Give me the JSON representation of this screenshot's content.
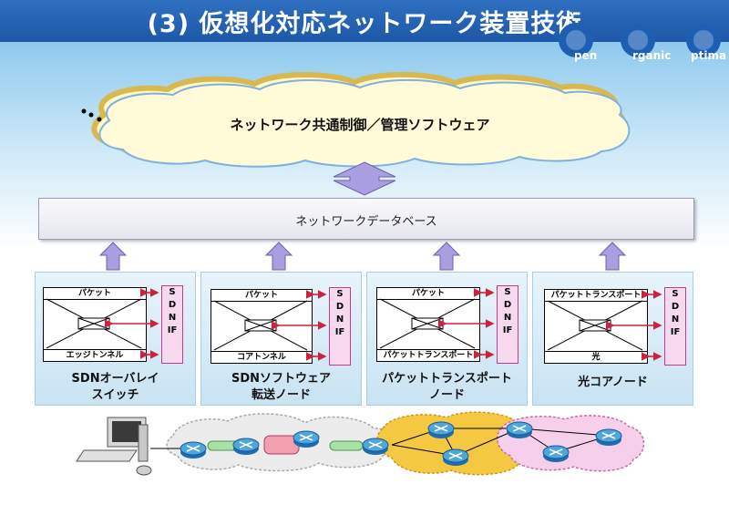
{
  "title": "(3) 仮想化対応ネットワーク装置技術",
  "logo": {
    "parts": [
      "pen",
      "rganic",
      "ptima"
    ]
  },
  "cloud": {
    "label": "ネットワーク共通制御／管理ソフトウェア"
  },
  "database": {
    "label": "ネットワークデータベース"
  },
  "nodes": [
    {
      "top_label": "パケット",
      "bottom_label": "エッジトンネル",
      "if_lines": [
        "S",
        "D",
        "N",
        "IF"
      ],
      "name_lines": [
        "SDNオーバレイ",
        "スイッチ"
      ]
    },
    {
      "top_label": "パケット",
      "bottom_label": "コアトンネル",
      "if_lines": [
        "S",
        "D",
        "N",
        "IF"
      ],
      "name_lines": [
        "SDNソフトウェア",
        "転送ノード"
      ]
    },
    {
      "top_label": "パケット",
      "bottom_label": "パケットトランスポート",
      "if_lines": [
        "S",
        "D",
        "N",
        "IF"
      ],
      "name_lines": [
        "パケットトランスポート",
        "ノード"
      ]
    },
    {
      "top_label": "パケットトランスポート",
      "bottom_label": "光",
      "if_lines": [
        "S",
        "D",
        "N",
        "IF"
      ],
      "name_lines": [
        "光コアノード",
        ""
      ]
    }
  ],
  "colors": {
    "header": "#2060b0",
    "arrow": "#a99fe0",
    "if_border": "#c43a8a",
    "red_arrow": "#d0203c"
  }
}
